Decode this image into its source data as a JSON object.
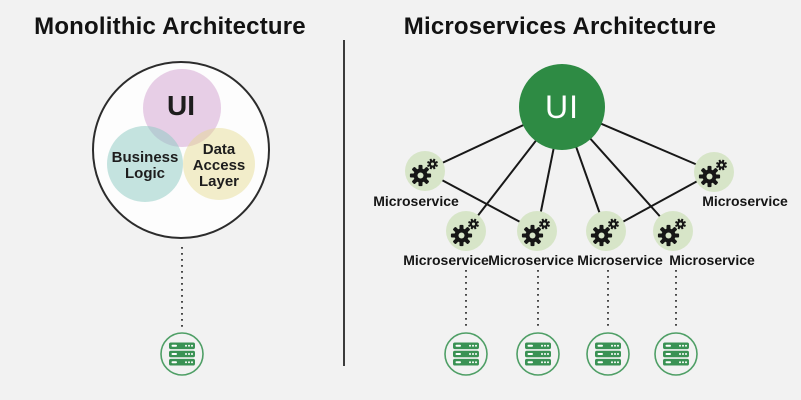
{
  "page": {
    "background_color": "#f2f2f2",
    "divider": {
      "name": "vertical-divider",
      "color": "#3c3c3c"
    }
  },
  "monolith": {
    "title": "Monolithic Architecture",
    "boundary": {
      "stroke": "#2c2c2c",
      "fill": "#fdfdfd"
    },
    "layers": [
      {
        "label": "UI",
        "color": "#e7d0e7"
      },
      {
        "label": "Business\nLogic",
        "color": "#c8e6e2"
      },
      {
        "label": "Data\nAccess\nLayer",
        "color": "#f2eecb"
      }
    ],
    "database": {
      "icon": "server-stack-icon",
      "count": 1,
      "link_style": "dotted"
    }
  },
  "microservices": {
    "title": "Microservices Architecture",
    "hub": {
      "label": "UI",
      "color": "#2e8b44",
      "text_color": "#ffffff"
    },
    "nodes": [
      {
        "label": "Microservice",
        "icon": "gears-icon"
      },
      {
        "label": "Microservice",
        "icon": "gears-icon"
      },
      {
        "label": "Microservice",
        "icon": "gears-icon"
      },
      {
        "label": "Microservice",
        "icon": "gears-icon"
      },
      {
        "label": "Microservice",
        "icon": "gears-icon"
      },
      {
        "label": "Microservice",
        "icon": "gears-icon"
      }
    ],
    "edges": [
      "hub-to-node-1",
      "hub-to-node-2",
      "hub-to-node-3",
      "hub-to-node-4",
      "hub-to-node-5",
      "hub-to-node-6",
      "node-1-to-node-3",
      "node-6-to-node-4"
    ],
    "databases": {
      "icon": "server-stack-icon",
      "count": 4,
      "link_style": "dotted",
      "linked_nodes": [
        2,
        3,
        4,
        5
      ]
    }
  },
  "colors": {
    "edge": "#181818",
    "dotted_link": "#2b2b2b",
    "node_fill": "#d7e5c8",
    "gear": "#161616",
    "db_bar": "#3a9254",
    "db_ring": "#4f9f66",
    "title_text": "#121212"
  }
}
